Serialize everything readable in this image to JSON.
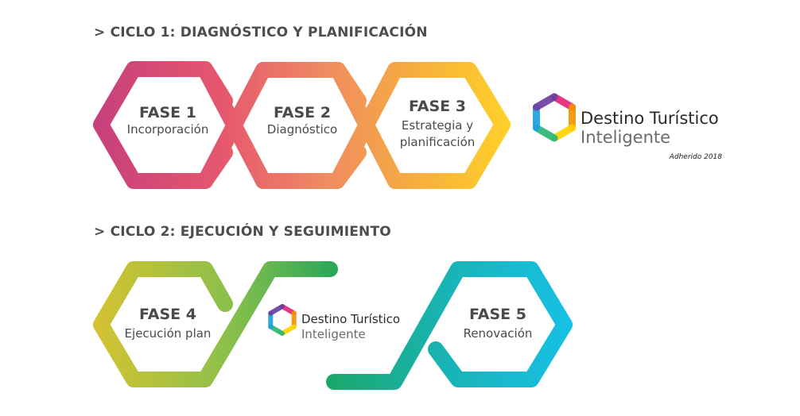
{
  "cycles": [
    {
      "title": "> CICLO 1: DIAGNÓSTICO Y PLANIFICACIÓN",
      "phases": [
        {
          "title": "FASE 1",
          "desc": [
            "Incorporación"
          ]
        },
        {
          "title": "FASE 2",
          "desc": [
            "Diagnóstico"
          ]
        },
        {
          "title": "FASE 3",
          "desc": [
            "Estrategia y",
            "planificación"
          ]
        }
      ]
    },
    {
      "title": "> CICLO 2: EJECUCIÓN Y SEGUIMIENTO",
      "phases": [
        {
          "title": "FASE 4",
          "desc": [
            "Ejecución plan"
          ]
        },
        {
          "title": "FASE 5",
          "desc": [
            "Renovación"
          ]
        }
      ]
    }
  ],
  "logo_large": {
    "line1": "Destino Turístico",
    "line2": "Inteligente",
    "note": "Adherido 2018"
  },
  "logo_small": {
    "line1": "Destino Turístico",
    "line2": "Inteligente"
  },
  "colors": {
    "cycle1_gradient": [
      "#c6407c",
      "#e5566e",
      "#ef8a63",
      "#f7b23a",
      "#ffd02a"
    ],
    "cycle2_left_gradient": [
      "#d4c232",
      "#8cc04a",
      "#2aa85a"
    ],
    "cycle2_right_gradient": [
      "#1aa86a",
      "#19b4b8",
      "#17c0e6"
    ],
    "logo_hexagon": [
      "#e4257b",
      "#f39200",
      "#ffd400",
      "#2bb673",
      "#1ba1e2",
      "#6b3fa0"
    ]
  }
}
